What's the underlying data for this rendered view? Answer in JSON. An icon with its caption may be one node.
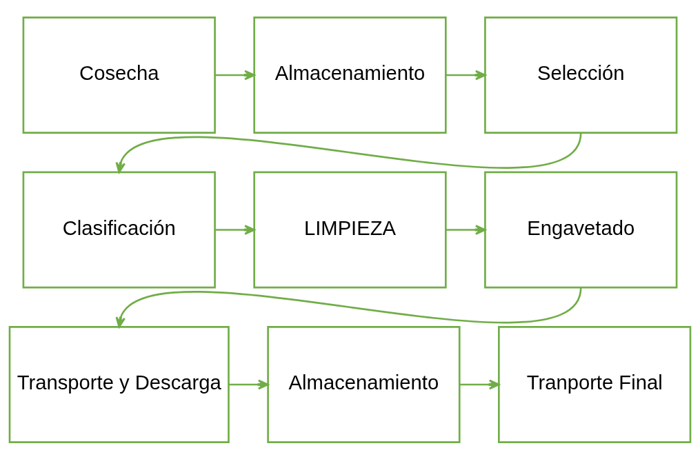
{
  "diagram": {
    "nodes": [
      {
        "text": [
          "Cosecha"
        ]
      },
      {
        "text": [
          "Almacenamiento"
        ]
      },
      {
        "text": [
          "Selección"
        ]
      },
      {
        "text": [
          "Clasificación"
        ]
      },
      {
        "text": [
          "LIMPIEZA"
        ]
      },
      {
        "text": [
          "Engavetado"
        ]
      },
      {
        "text": [
          "Transporte y Descarga"
        ]
      },
      {
        "text": [
          "Almacenamiento"
        ]
      },
      {
        "text": [
          "Tranporte Final"
        ]
      }
    ],
    "edges": [
      {
        "from": 0,
        "to": 1,
        "arrow": "to"
      },
      {
        "from": 1,
        "to": 2,
        "arrow": "to"
      },
      {
        "from": 2,
        "to": 3,
        "arrow": "to"
      },
      {
        "from": 3,
        "to": 4,
        "arrow": "to"
      },
      {
        "from": 4,
        "to": 5,
        "arrow": "to"
      },
      {
        "from": 5,
        "to": 6,
        "arrow": "to"
      },
      {
        "from": 6,
        "to": 7,
        "arrow": "to"
      },
      {
        "from": 7,
        "to": 8,
        "arrow": "to"
      }
    ]
  }
}
